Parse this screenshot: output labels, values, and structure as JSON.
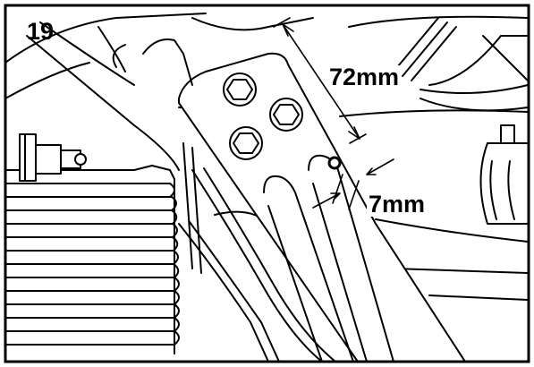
{
  "figure": {
    "number": "19",
    "dimension_length": "72mm",
    "dimension_width": "7mm",
    "colors": {
      "ink": "#000000",
      "paper": "#ffffff"
    }
  }
}
